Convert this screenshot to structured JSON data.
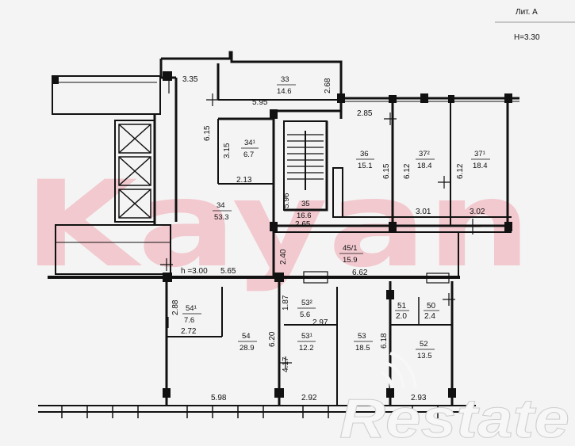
{
  "header": {
    "lit_label": "Лит. А",
    "height_label": "H=3.30"
  },
  "watermark": {
    "text": "Kayan",
    "color": "#f2c9cf"
  },
  "logo": {
    "text": "Restate"
  },
  "height_note": "h =3.00",
  "rooms": [
    {
      "id": "33",
      "area": "14.6"
    },
    {
      "id": "34¹",
      "area": "6.7"
    },
    {
      "id": "34",
      "area": "53.3"
    },
    {
      "id": "35",
      "area": "16.6"
    },
    {
      "id": "36",
      "area": "15.1"
    },
    {
      "id": "37²",
      "area": "18.4"
    },
    {
      "id": "37¹",
      "area": "18.4"
    },
    {
      "id": "45/1",
      "area": "15.9"
    },
    {
      "id": "54¹",
      "area": "7.6"
    },
    {
      "id": "54",
      "area": "28.9"
    },
    {
      "id": "53²",
      "area": "5.6"
    },
    {
      "id": "53¹",
      "area": "12.2"
    },
    {
      "id": "53",
      "area": "18.5"
    },
    {
      "id": "51",
      "area": "2.0"
    },
    {
      "id": "50",
      "area": "2.4"
    },
    {
      "id": "52",
      "area": "13.5"
    }
  ],
  "dimensions": [
    "3.35",
    "5.95",
    "2.68",
    "2.85",
    "6.15",
    "3.15",
    "2.13",
    "6.15",
    "6.12",
    "6.12",
    "5.96",
    "2.65",
    "3.01",
    "3.02",
    "2.40",
    "5.65",
    "6.62",
    "2.88",
    "2.72",
    "1.87",
    "2.97",
    "6.20",
    "4.17",
    "6.18",
    "5.98",
    "2.92",
    "2.93"
  ]
}
